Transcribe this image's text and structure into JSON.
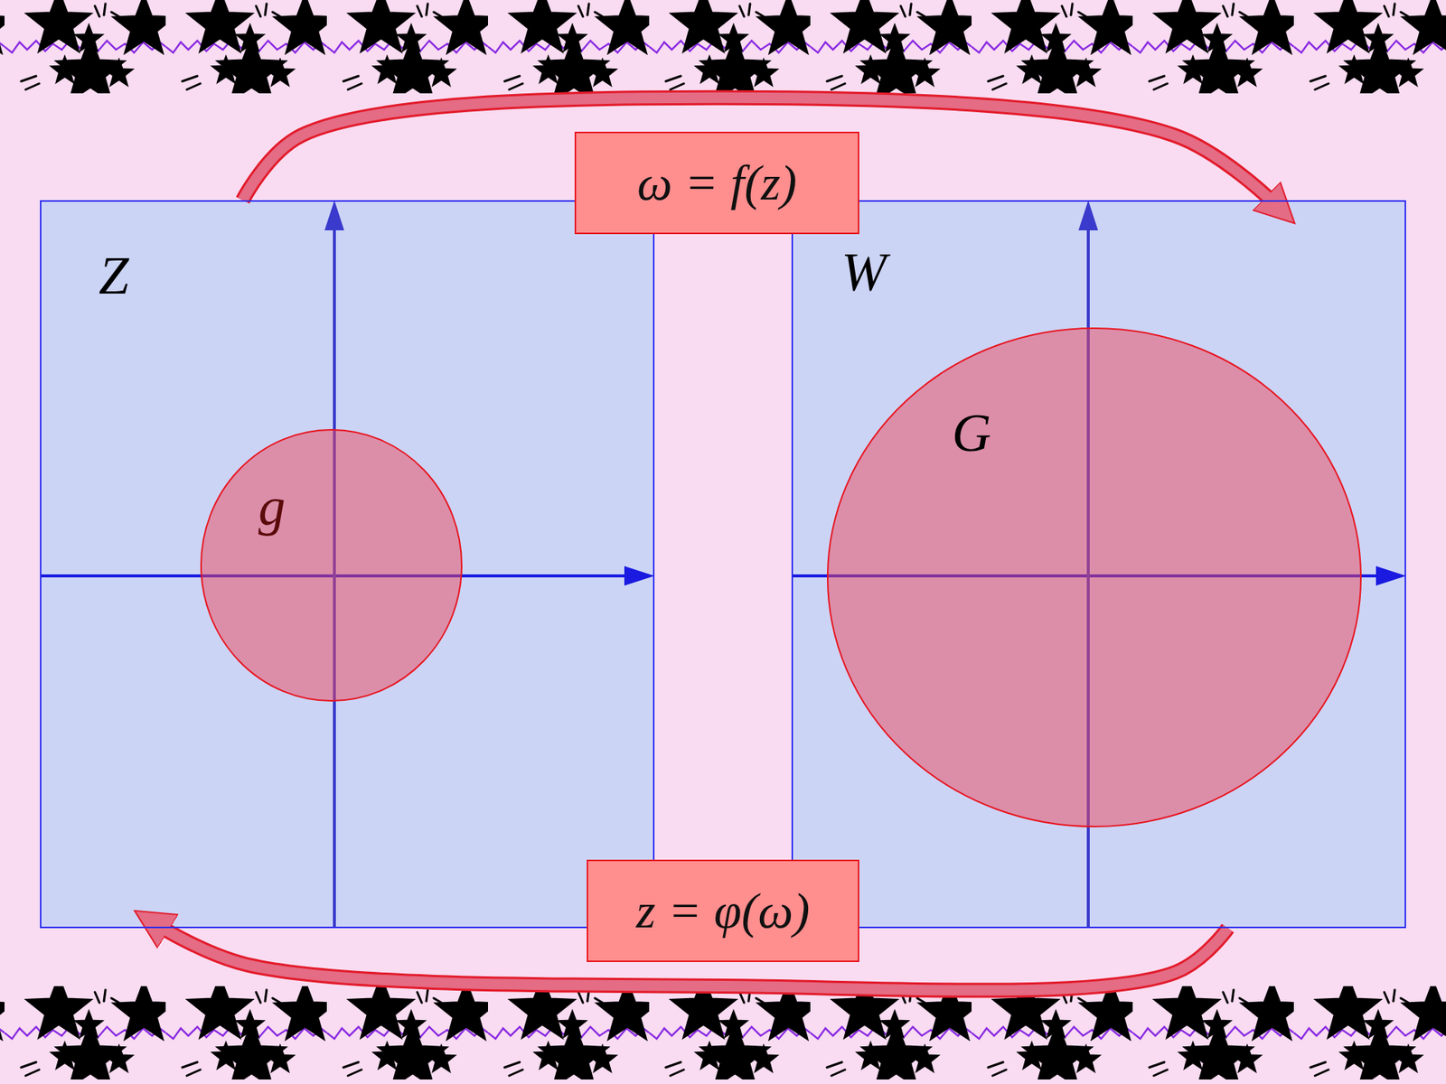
{
  "diagram": {
    "nodes": [
      {
        "text": [
          "Z"
        ]
      },
      {
        "text": [
          "g"
        ],
        "in": 0
      },
      {
        "text": [
          "W"
        ]
      },
      {
        "text": [
          "G"
        ],
        "in": 2
      }
    ],
    "edges": [
      {
        "from": 0,
        "to": 2,
        "arrow": "to",
        "label": "ω = f(z)"
      },
      {
        "from": 2,
        "to": 0,
        "arrow": "to",
        "label": "z = φ(ω)"
      }
    ]
  }
}
